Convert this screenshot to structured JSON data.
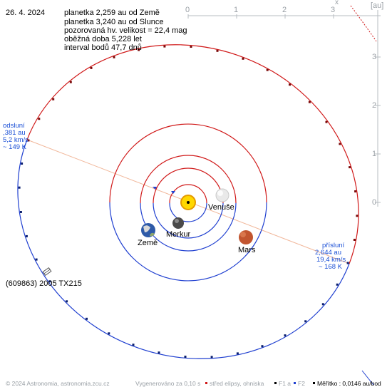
{
  "header": {
    "date": "26. 4. 2024",
    "info_lines": [
      "planetka 2,259 au od Země",
      "planetka 3,240 au od Slunce",
      "pozorovaná hv. velikost = 22,4 mag",
      "oběžná doba 5,228 let",
      "interval bodů 47,7 dnů"
    ]
  },
  "axes": {
    "x_label": "x",
    "unit_label": "[au]",
    "x_ticks": [
      "0",
      "1",
      "2",
      "3"
    ],
    "y_ticks": [
      "3",
      "2",
      "1",
      "0"
    ]
  },
  "aphelion": {
    "lines": [
      "odsluní",
      ",381 au",
      "5,2 km/s",
      "~ 149 K"
    ]
  },
  "perihelion": {
    "lines": [
      "přísluní",
      "2,644 au",
      "19,4 km/s",
      "~ 168 K"
    ]
  },
  "planets": {
    "venus": "Venuše",
    "mercury": "Merkur",
    "earth": "Země",
    "mars": "Mars"
  },
  "asteroid": {
    "name": "(609863) 2005 TX215"
  },
  "footer": {
    "copyright": "© 2024 Astronomia, astronomia.zcu.cz",
    "generated": "Vygenerováno za 0,10 s",
    "legend_center": "střed elipsy, ohniska",
    "legend_f1": "F1 a",
    "legend_f2": "F2",
    "scale": "Měřítko : 0,0146 au/bod"
  },
  "colors": {
    "orbit_blue": "#1f3fd0",
    "orbit_red": "#d01818",
    "dot_blue": "#0b1f6e",
    "dot_red": "#7a0a0a",
    "axis_gray": "#b7bcc2",
    "apsis_line": "#f1b79a",
    "sun": "#f5c800"
  },
  "icons": {
    "sun": "sun-icon",
    "venus": "venus-planet-icon",
    "mercury": "mercury-planet-icon",
    "earth": "earth-planet-icon",
    "mars": "mars-planet-icon",
    "asteroid": "asteroid-marker-icon"
  }
}
